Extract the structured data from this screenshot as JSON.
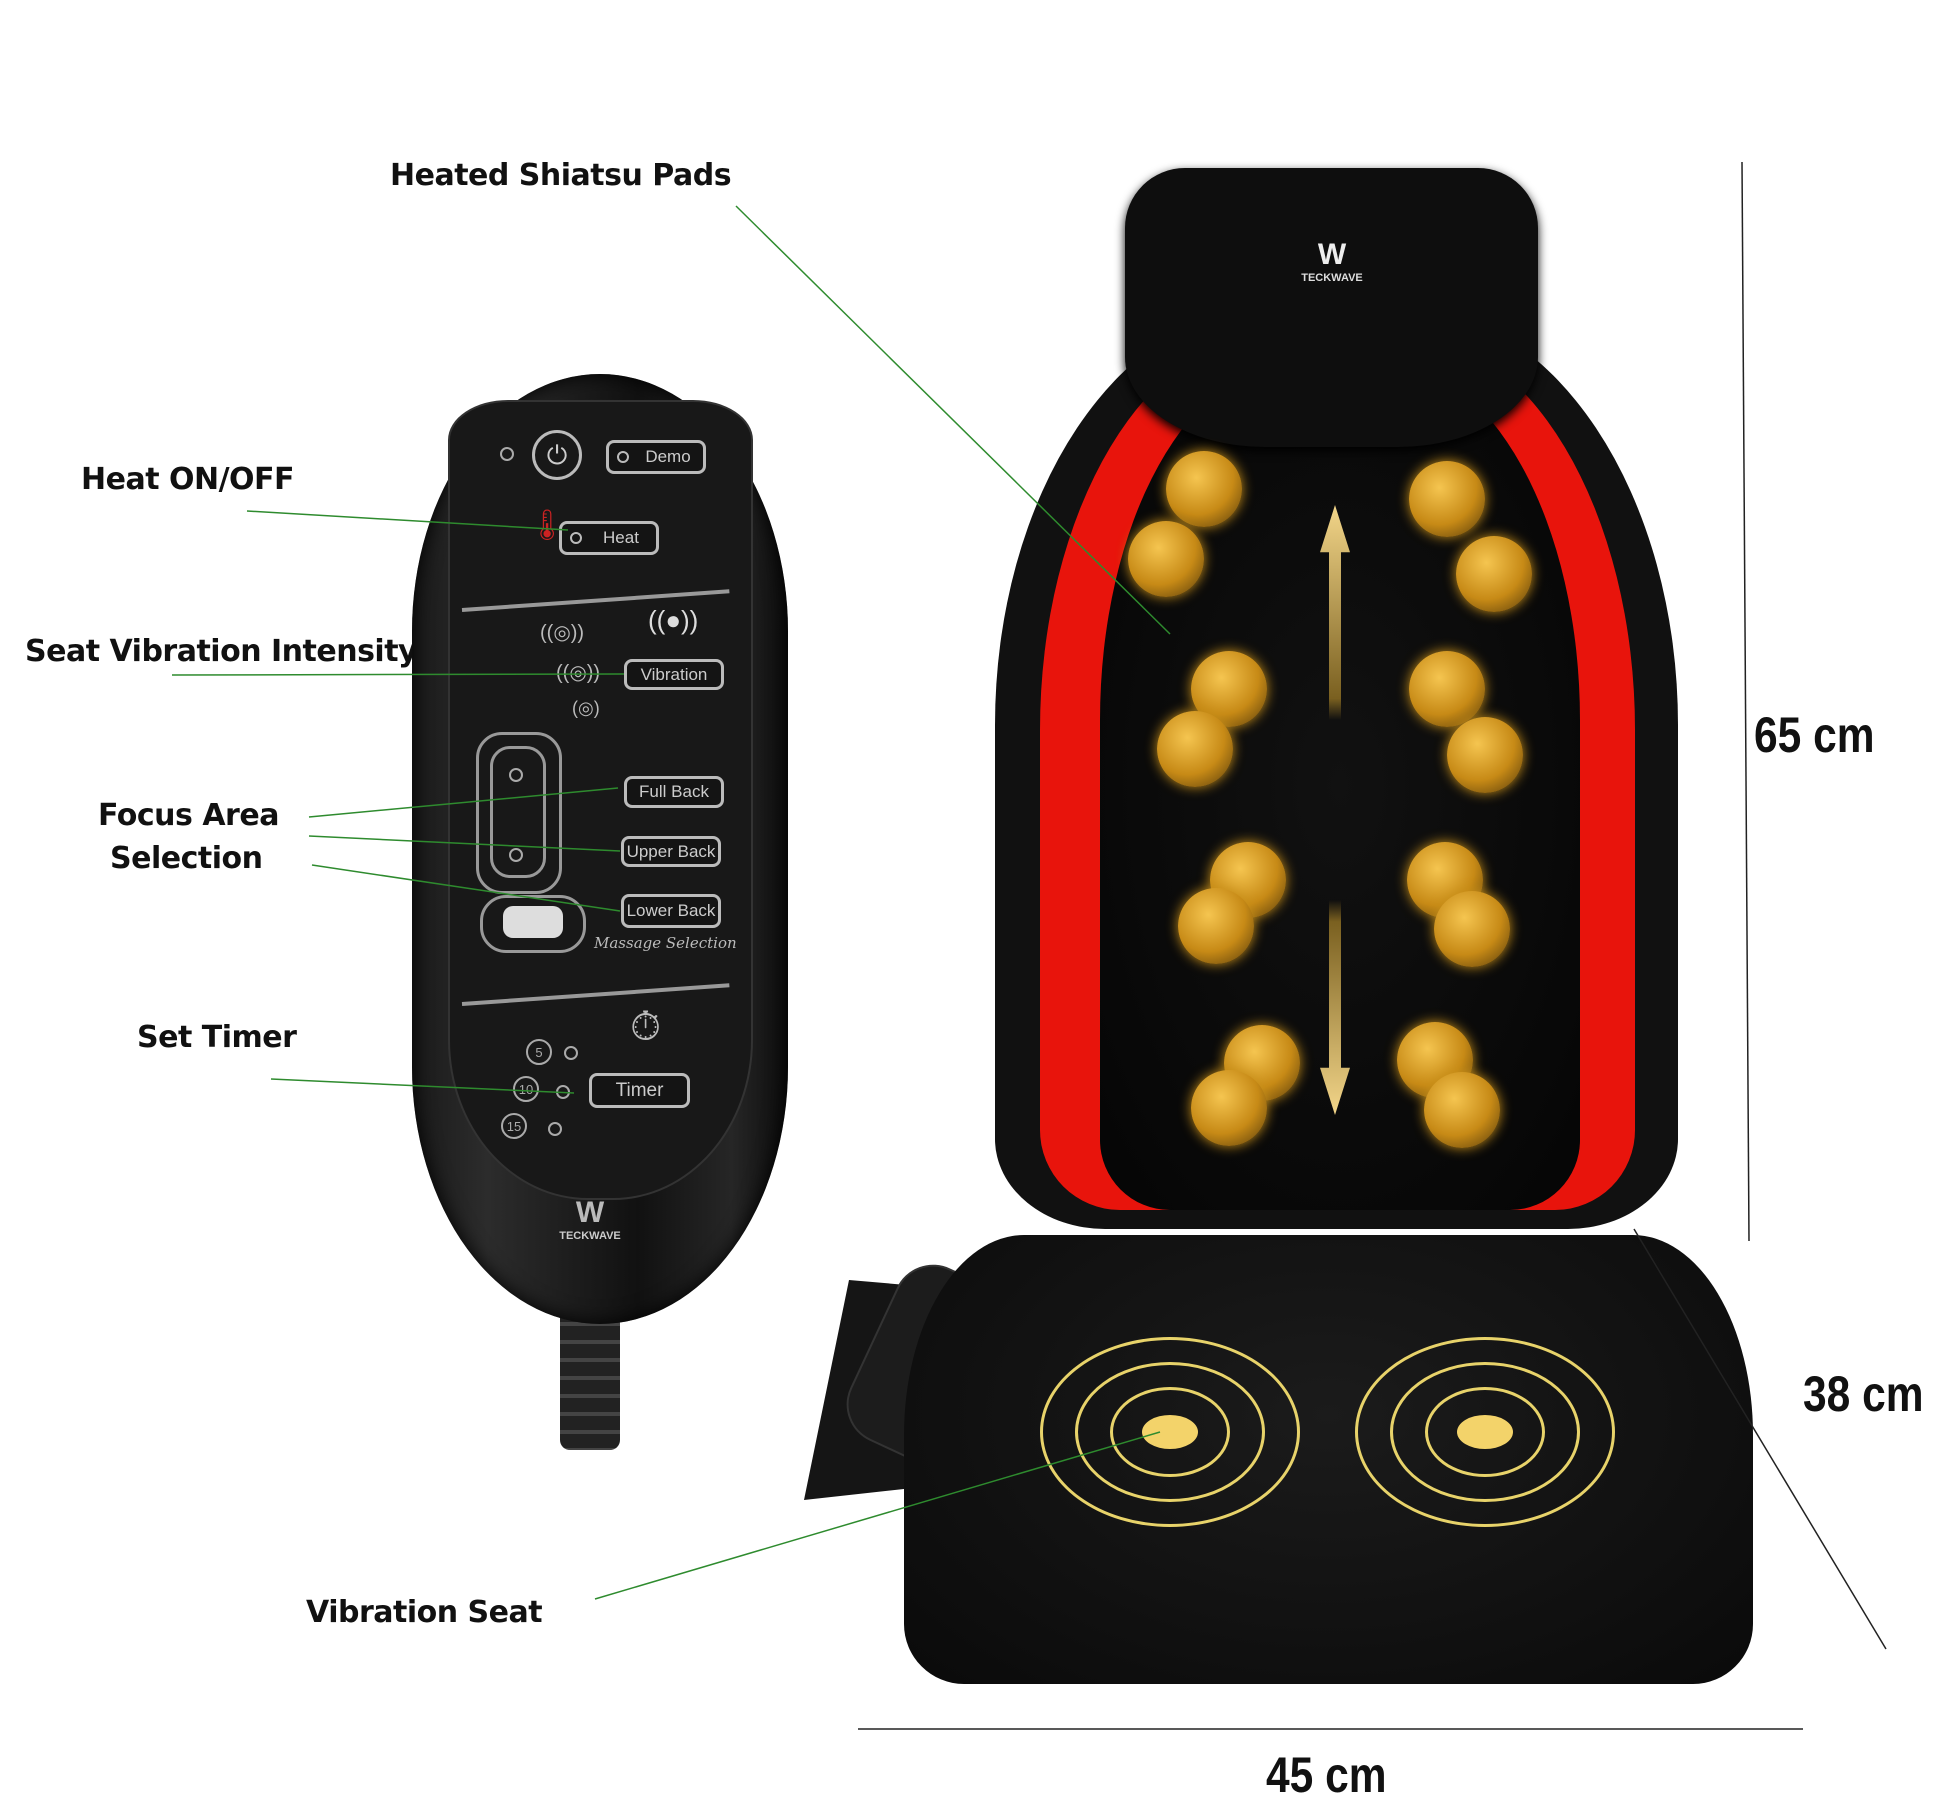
{
  "callouts": {
    "heated_pads": "Heated Shiatsu Pads",
    "heat": "Heat ON/OFF",
    "seat_vibration": "Seat Vibration Intensity",
    "focus_area_1": "Focus Area",
    "focus_area_2": "Selection",
    "timer": "Set Timer",
    "vibration_seat": "Vibration Seat"
  },
  "dimensions": {
    "height": "65 cm",
    "depth": "38 cm",
    "width": "45 cm"
  },
  "remote": {
    "demo": "Demo",
    "heat": "Heat",
    "vibration": "Vibration",
    "full_back": "Full Back",
    "upper_back": "Upper Back",
    "lower_back": "Lower Back",
    "massage_selection": "Massage Selection",
    "timer": "Timer",
    "timer_options": [
      "5",
      "10",
      "15"
    ]
  },
  "brand": "TECKWAVE",
  "colors": {
    "accent_red": "#e8140c",
    "callout_line": "#2e8b2e",
    "ball": "#d9a02a"
  }
}
